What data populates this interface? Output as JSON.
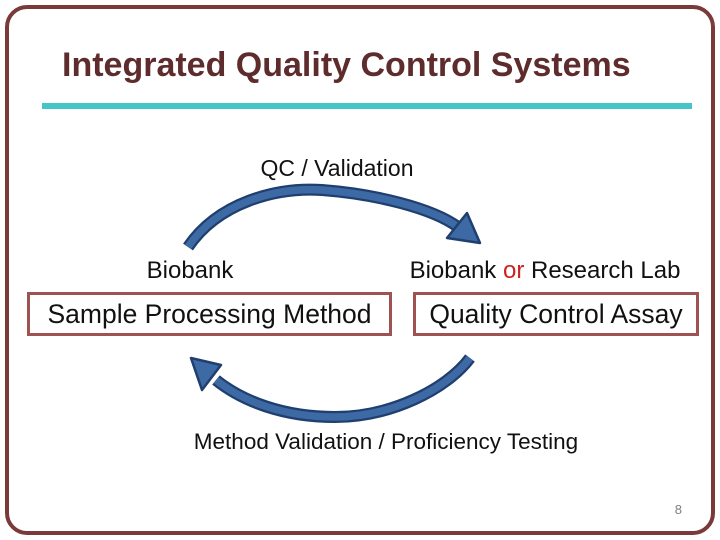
{
  "slide": {
    "title": "Integrated Quality Control Systems",
    "qc_label": "QC / Validation",
    "biobank_label": "Biobank",
    "right_label": {
      "pre": "Biobank ",
      "or": "or",
      "post": " Research Lab"
    },
    "left_box_label": "Sample Processing Method",
    "right_box_label": "Quality Control Assay",
    "bottom_label": "Method Validation / Proficiency Testing",
    "page_number": "8",
    "icons": {
      "top_arrow": "curved-arrow-right-icon",
      "bottom_arrow": "curved-arrow-left-icon"
    },
    "colors": {
      "title": "#5e2c2c",
      "accent_line": "#45c5c5",
      "frame": "#7b3a3a",
      "box_border": "#9e5252",
      "arrow_fill": "#3d6aa5",
      "arrow_outline": "#1f3f6e",
      "or_red": "#cc2222",
      "text": "#111111",
      "page_number": "#808080"
    }
  }
}
